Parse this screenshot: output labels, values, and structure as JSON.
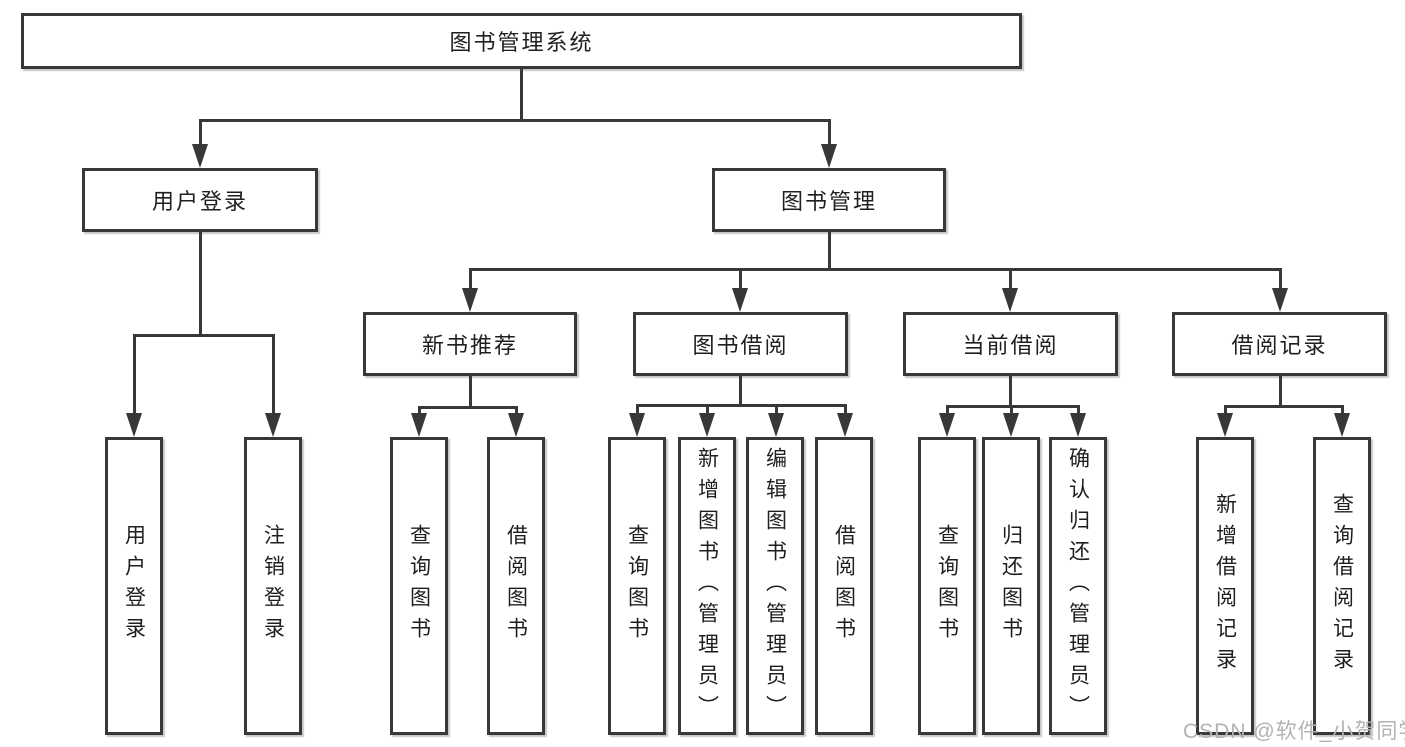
{
  "diagram": {
    "type": "hierarchy",
    "title": "图书管理系统"
  },
  "tree": {
    "root": {
      "label": "图书管理系统"
    },
    "user_login": {
      "label": "用户登录",
      "children": [
        {
          "label": "用户登录"
        },
        {
          "label": "注销登录"
        }
      ]
    },
    "book_mgmt": {
      "label": "图书管理",
      "children": [
        {
          "label": "新书推荐",
          "children": [
            {
              "label": "查询图书"
            },
            {
              "label": "借阅图书"
            }
          ]
        },
        {
          "label": "图书借阅",
          "children": [
            {
              "label": "查询图书"
            },
            {
              "label": "新增图书（管理员）"
            },
            {
              "label": "编辑图书（管理员）"
            },
            {
              "label": "借阅图书"
            }
          ]
        },
        {
          "label": "当前借阅",
          "children": [
            {
              "label": "查询图书"
            },
            {
              "label": "归还图书"
            },
            {
              "label": "确认归还（管理员）"
            }
          ]
        },
        {
          "label": "借阅记录",
          "children": [
            {
              "label": "新增借阅记录"
            },
            {
              "label": "查询借阅记录"
            }
          ]
        }
      ]
    }
  },
  "watermark": {
    "text": "CSDN @软件_小贺同学"
  },
  "colors": {
    "line": "#383838",
    "text": "#1f1f1f",
    "background": "#ffffff",
    "watermark": "#b3b3b3"
  }
}
